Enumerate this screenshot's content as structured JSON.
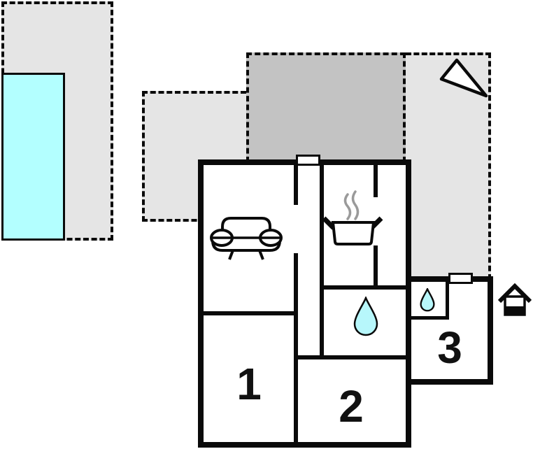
{
  "floorplan": {
    "rooms": [
      {
        "number": "1"
      },
      {
        "number": "2"
      },
      {
        "number": "3"
      }
    ],
    "areas": {
      "pool": "swimming-pool",
      "terrace_left": "terrace",
      "terrace_dark": "covered-terrace",
      "terrace_right": "terrace"
    },
    "icons": [
      "sofa-icon",
      "cooking-pot-icon",
      "steam-icon",
      "water-drop-large-icon",
      "water-drop-small-icon",
      "north-arrow-icon",
      "well-icon",
      "window-marker-top",
      "window-marker-extension"
    ],
    "colors": {
      "pool": "#b3ffff",
      "drop": "#b7f7fb",
      "terrace_light": "#e5e5e5",
      "terrace_dark": "#c3c3c3",
      "wall": "#0a0a0a",
      "steam": "#9a9a9a",
      "paper": "#ffffff"
    }
  }
}
